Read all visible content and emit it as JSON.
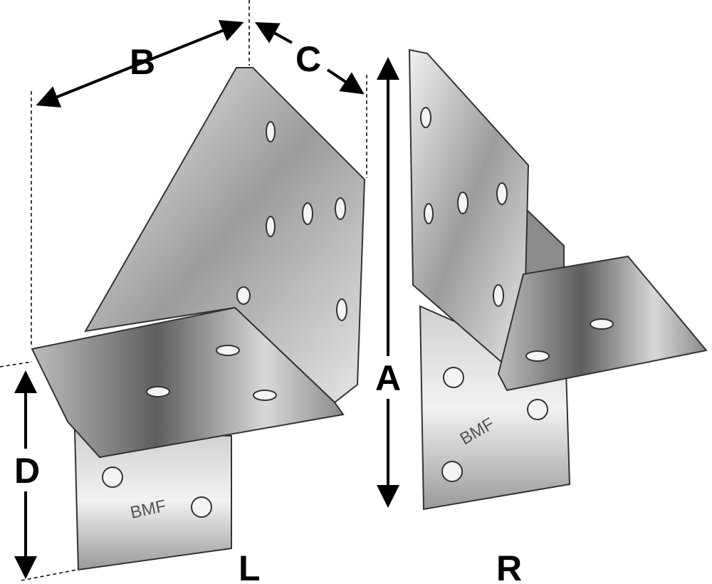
{
  "dimensions": {
    "a": "A",
    "b": "B",
    "c": "C",
    "d": "D"
  },
  "variants": {
    "left": "L",
    "right": "R"
  },
  "stamp": "BMF",
  "colors": {
    "metal_light": "#e8e8e8",
    "metal_mid": "#a9a9a9",
    "metal_dark": "#555555",
    "line": "#000000"
  }
}
